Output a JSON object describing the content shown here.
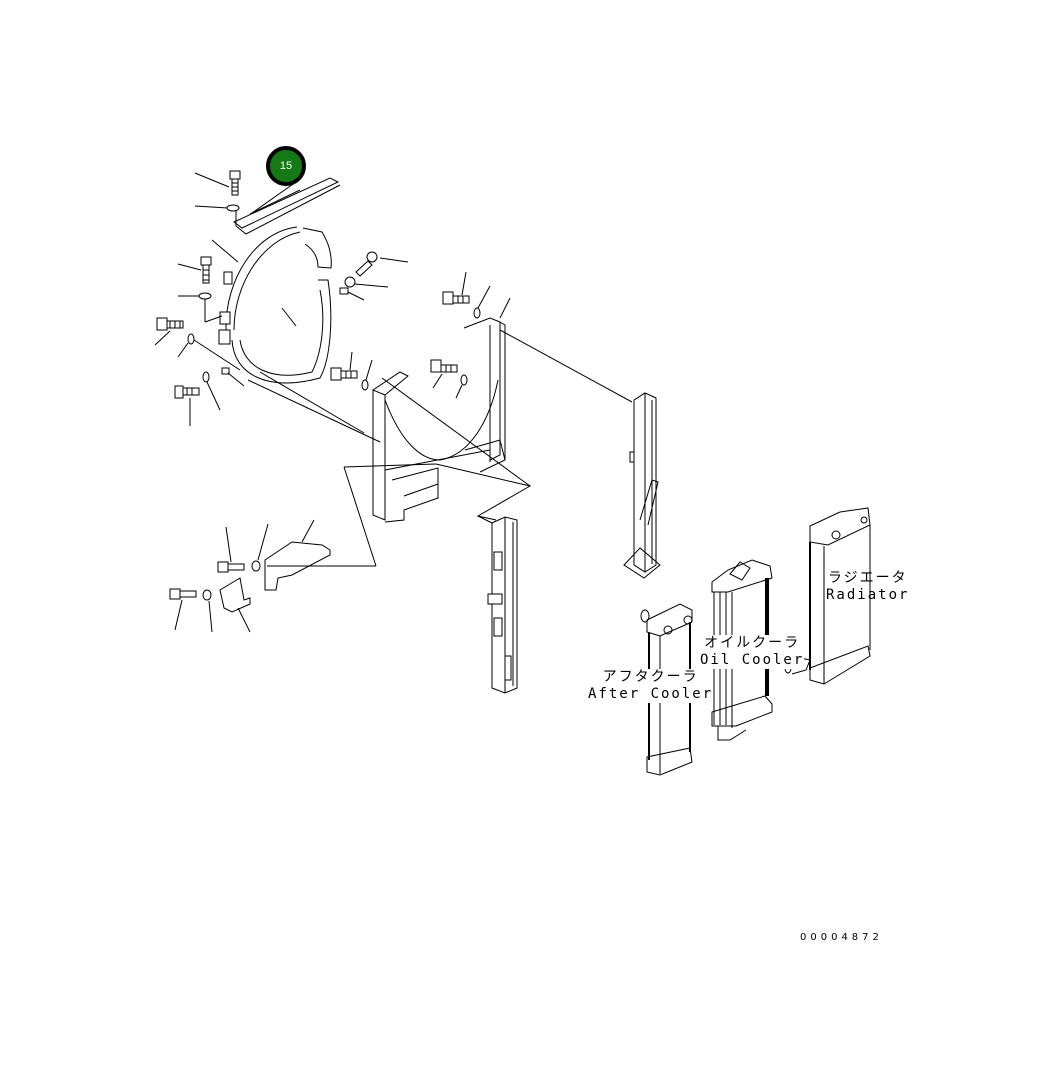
{
  "diagram": {
    "type": "exploded-parts-diagram",
    "subject": "Radiator / cooler mounting frame and fan shroud",
    "drawing_number": "00004872",
    "callouts": [
      {
        "id": "15",
        "label": "15",
        "color": "#157a15"
      }
    ],
    "components": [
      {
        "name_jp": "ラジエータ",
        "name_en": "Radiator"
      },
      {
        "name_jp": "オイルクーラ",
        "name_en": "Oil Cooler"
      },
      {
        "name_jp": "アフタクーラ",
        "name_en": "After Cooler"
      }
    ]
  }
}
